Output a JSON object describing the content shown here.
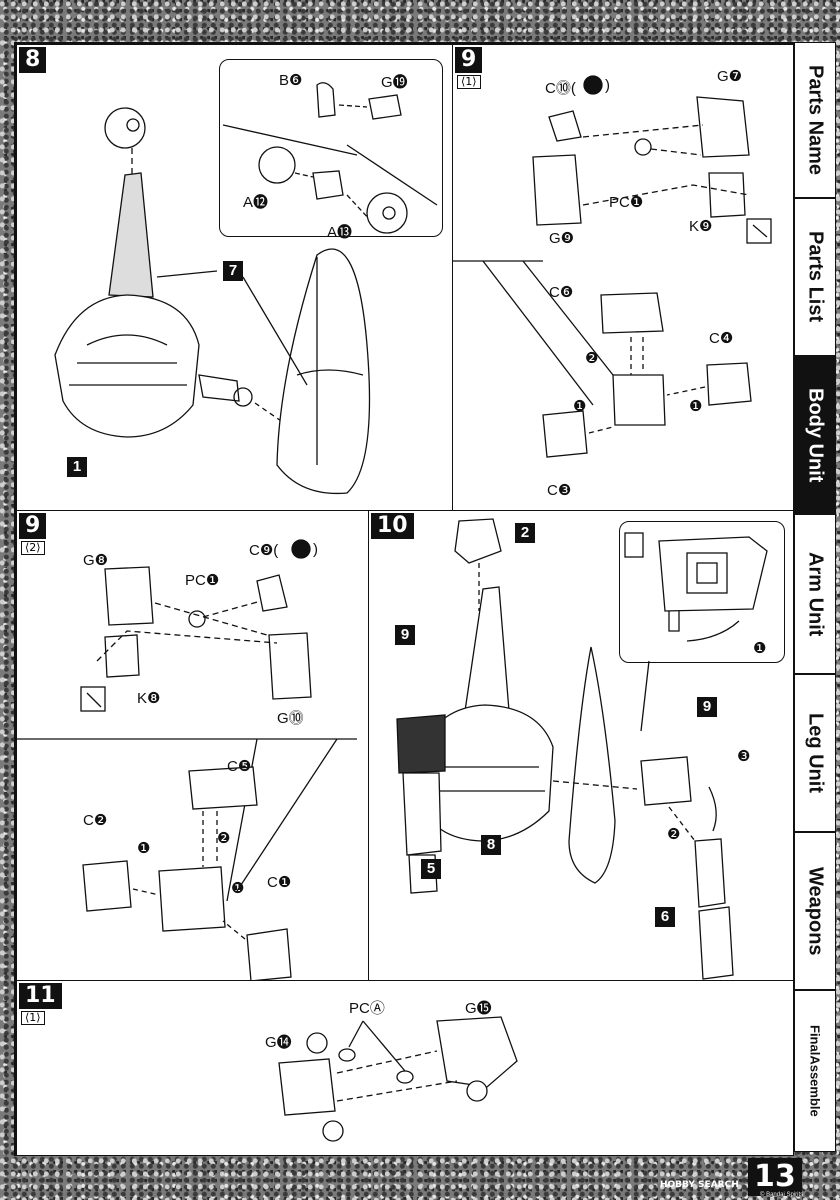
{
  "steps": {
    "s8": {
      "num": "8",
      "labels": {
        "b6": "B❻",
        "g19": "G⓳",
        "a12": "A⓬",
        "a13": "A⓭",
        "ref7": "7",
        "ref1": "1"
      }
    },
    "s9a": {
      "num": "9",
      "sub": "⟨1⟩",
      "labels": {
        "c10": "C⓾(",
        "c10end": ")",
        "g7": "G❼",
        "pc1": "PC❶",
        "g9": "G❾",
        "k9": "K❾",
        "c6": "C❻",
        "c4": "C❹",
        "c3": "C❸",
        "m1a": "❶",
        "m1b": "❶",
        "m2": "❷"
      }
    },
    "s9b": {
      "num": "9",
      "sub": "⟨2⟩",
      "labels": {
        "g8": "G❽",
        "pc1": "PC❶",
        "c9": "C❾(",
        "c9end": ")",
        "k8": "K❽",
        "g10": "G⓾",
        "c5": "C❺",
        "c2": "C❷",
        "c1": "C❶",
        "m1a": "❶",
        "m1b": "❶",
        "m2": "❷"
      }
    },
    "s10": {
      "num": "10",
      "labels": {
        "ref2": "2",
        "ref9a": "9",
        "ref9b": "9",
        "ref5": "5",
        "ref8": "8",
        "ref6": "6",
        "m1": "❶",
        "m2": "❷",
        "m3": "❸"
      }
    },
    "s11": {
      "num": "11",
      "sub": "⟨1⟩",
      "labels": {
        "pca": "PCⒶ",
        "g15": "G⓯",
        "g14": "G⓮"
      }
    }
  },
  "tabs": [
    {
      "label": "Parts Name",
      "active": false
    },
    {
      "label": "Parts List",
      "active": false
    },
    {
      "label": "Body Unit",
      "active": true
    },
    {
      "label": "Arm Unit",
      "active": false
    },
    {
      "label": "Leg Unit",
      "active": false
    },
    {
      "label": "Weapons",
      "active": false
    },
    {
      "label": "FinalAssemble",
      "active": false
    }
  ],
  "page_number": "13",
  "watermark": "HOBBY SEARCH",
  "copyright": "© Bandai Spirits",
  "colors": {
    "ink": "#111111",
    "paper": "#ffffff",
    "active_tab": "#111111"
  }
}
